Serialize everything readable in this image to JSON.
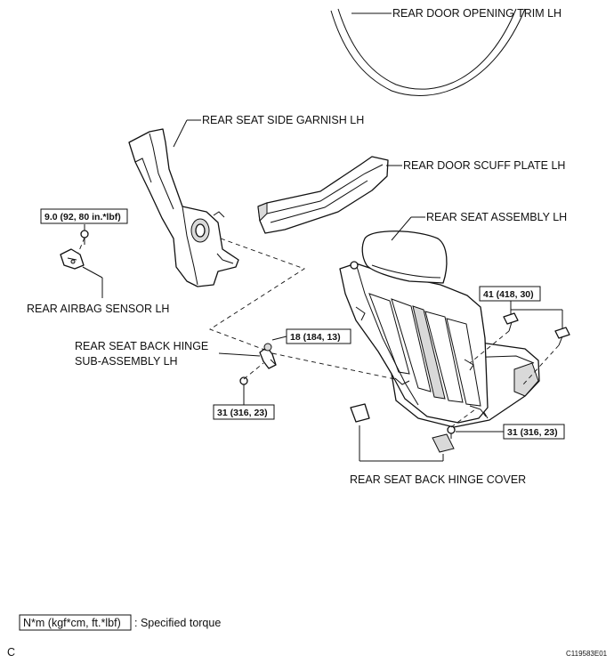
{
  "labels": {
    "rear_door_opening_trim": "REAR DOOR OPENING TRIM LH",
    "rear_seat_side_garnish": "REAR SEAT SIDE GARNISH LH",
    "rear_door_scuff_plate": "REAR DOOR SCUFF PLATE LH",
    "rear_seat_assembly": "REAR SEAT ASSEMBLY LH",
    "rear_airbag_sensor": "REAR AIRBAG SENSOR LH",
    "hinge_line1": "REAR SEAT BACK HINGE",
    "hinge_line2": "SUB-ASSEMBLY LH",
    "hinge_cover": "REAR SEAT BACK HINGE COVER"
  },
  "torques": {
    "airbag_sensor": "9.0 (92, 80 in.*lbf)",
    "hinge_upper": "18 (184, 13)",
    "hinge_lower": "31 (316, 23)",
    "seat_bolts": "41 (418, 30)",
    "seat_bottom": "31 (316, 23)"
  },
  "legend": {
    "unit": "N*m (kgf*cm, ft.*lbf)",
    "desc": ": Specified torque"
  },
  "footer": {
    "corner_letter": "C",
    "figure_id": "C119583E01"
  }
}
